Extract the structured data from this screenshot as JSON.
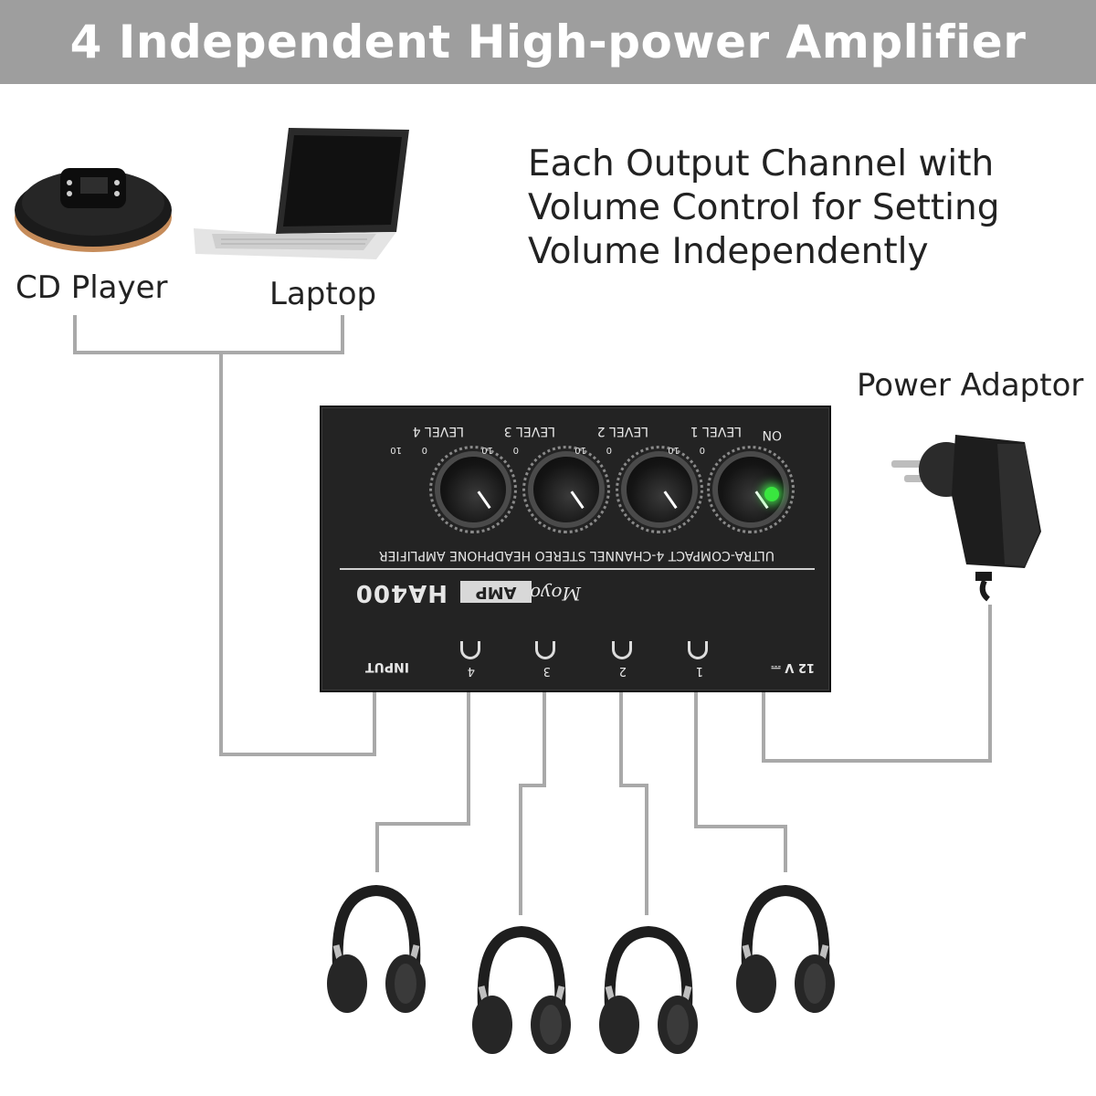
{
  "title": "4 Independent High-power Amplifier",
  "description": [
    "Each Output Channel with",
    "Volume Control for Setting",
    "Volume Independently"
  ],
  "sources": {
    "cd_player": "CD Player",
    "laptop": "Laptop"
  },
  "power": {
    "label": "Power Adaptor"
  },
  "device": {
    "led_label": "ON",
    "levels": [
      {
        "label": "LEVEL 1",
        "min": "0",
        "max": "10"
      },
      {
        "label": "LEVEL 2",
        "min": "0",
        "max": "10"
      },
      {
        "label": "LEVEL 3",
        "min": "0",
        "max": "10"
      },
      {
        "label": "LEVEL 4",
        "min": "0",
        "max": "10"
      }
    ],
    "subtitle": "ULTRA-COMPACT 4-CHANNEL STEREO HEADPHONE AMPLIFIER",
    "brand": "Moyo",
    "amp": "AMP",
    "model": "HA400",
    "power_port": "12 V ⎓",
    "outputs": [
      "1",
      "2",
      "3",
      "4"
    ],
    "input_label": "INPUT"
  },
  "colors": {
    "banner": "#9e9e9e",
    "wire": "#a9a9a9",
    "device_body": "#232323",
    "led": "#39e63f"
  }
}
